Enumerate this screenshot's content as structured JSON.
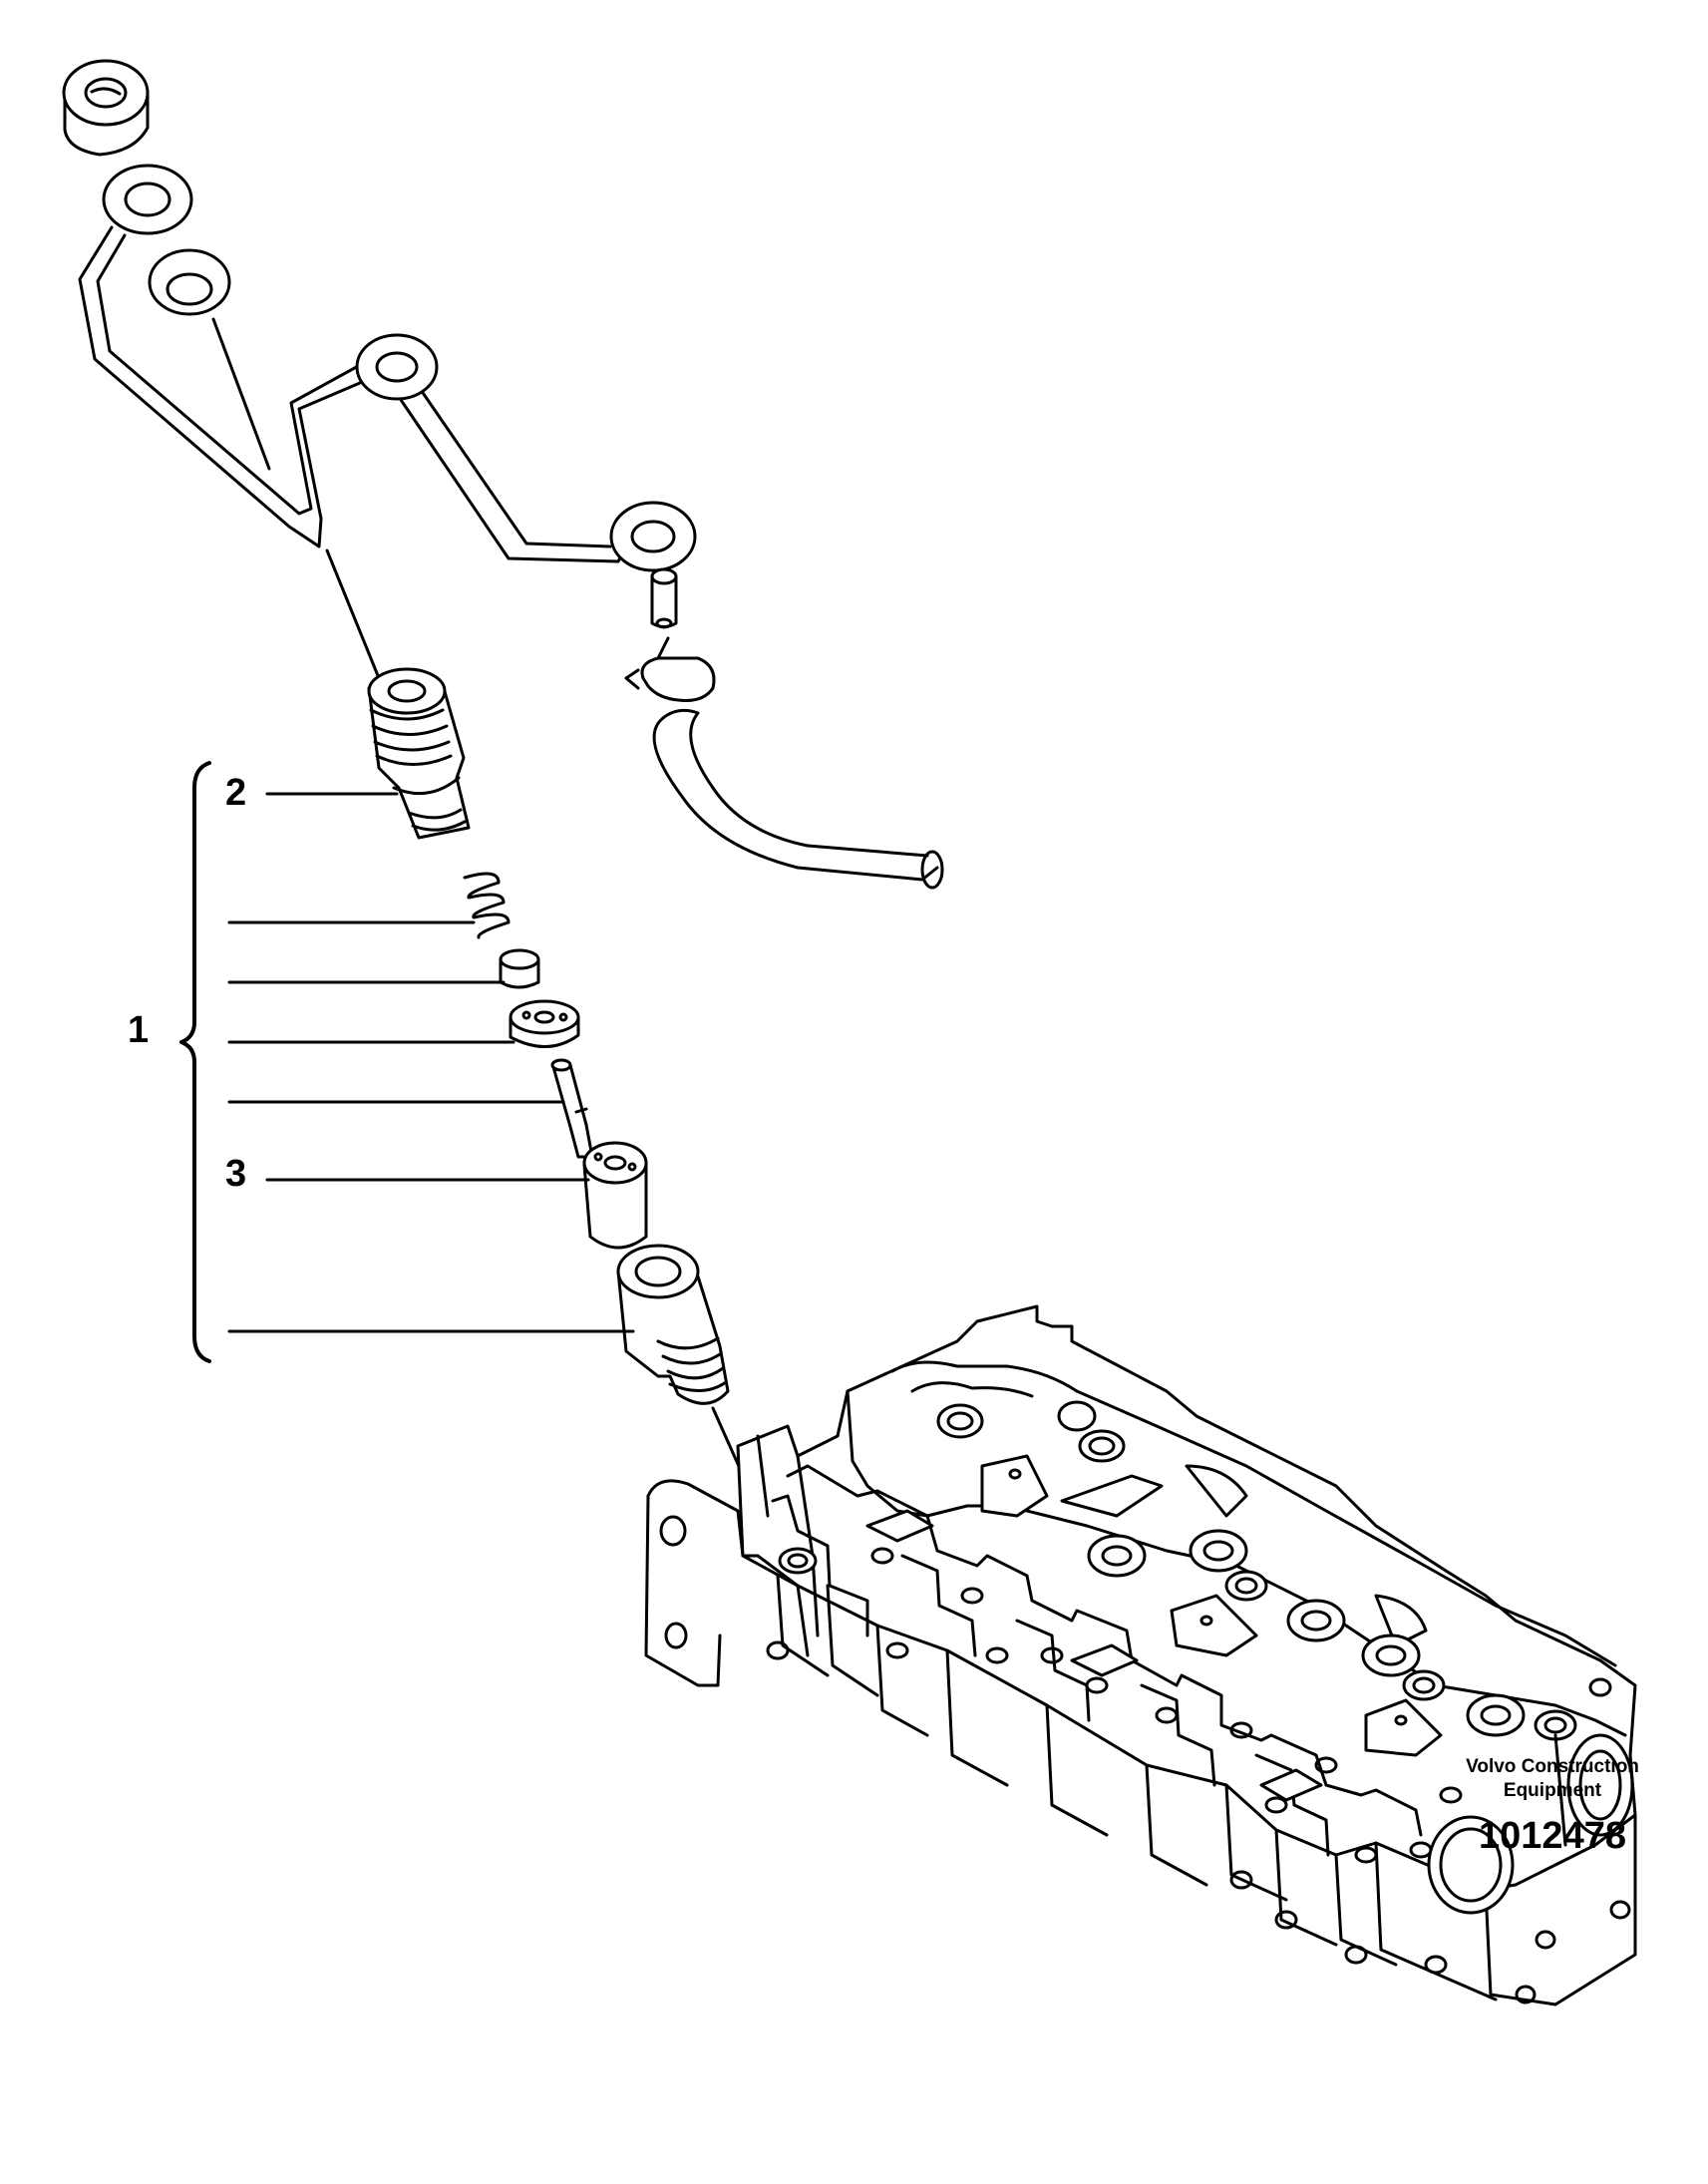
{
  "callouts": {
    "one": "1",
    "two": "2",
    "three": "3"
  },
  "footer": {
    "maker_line1": "Volvo Construction",
    "maker_line2": "Equipment",
    "part_number": "1012478"
  }
}
